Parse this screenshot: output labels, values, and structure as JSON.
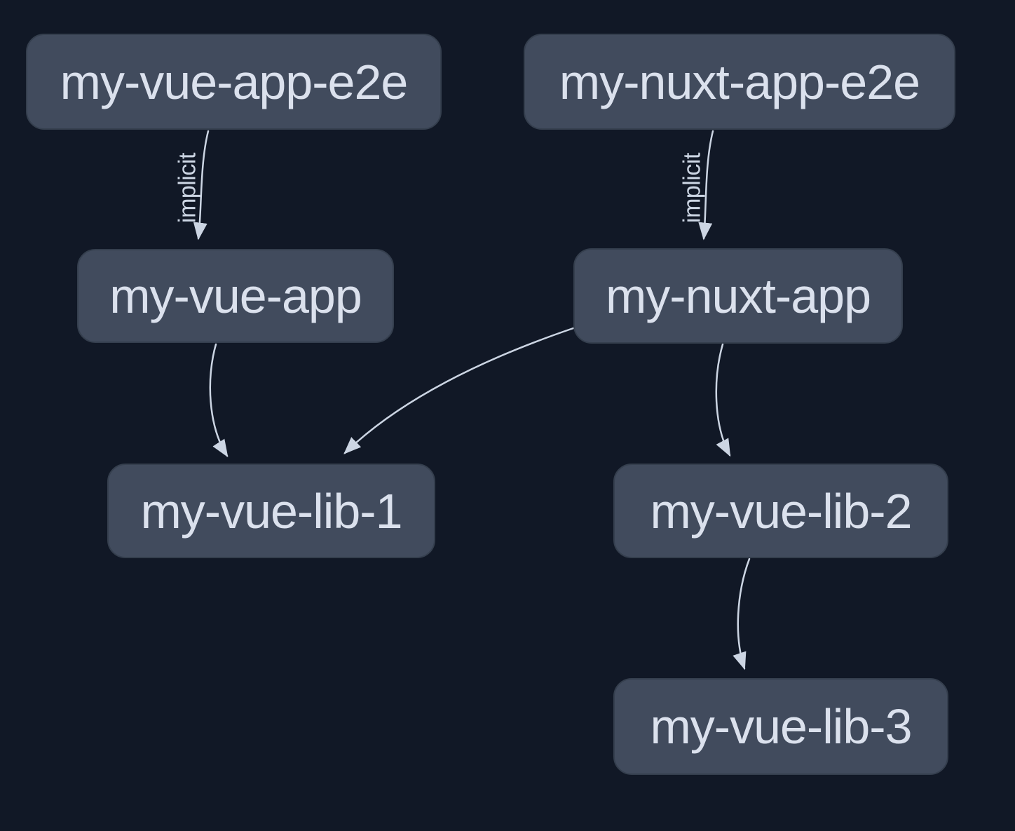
{
  "graph": {
    "nodes": [
      {
        "id": "my-vue-app-e2e",
        "label": "my-vue-app-e2e"
      },
      {
        "id": "my-nuxt-app-e2e",
        "label": "my-nuxt-app-e2e"
      },
      {
        "id": "my-vue-app",
        "label": "my-vue-app"
      },
      {
        "id": "my-nuxt-app",
        "label": "my-nuxt-app"
      },
      {
        "id": "my-vue-lib-1",
        "label": "my-vue-lib-1"
      },
      {
        "id": "my-vue-lib-2",
        "label": "my-vue-lib-2"
      },
      {
        "id": "my-vue-lib-3",
        "label": "my-vue-lib-3"
      }
    ],
    "edges": [
      {
        "from": "my-vue-app-e2e",
        "to": "my-vue-app",
        "label": "implicit"
      },
      {
        "from": "my-nuxt-app-e2e",
        "to": "my-nuxt-app",
        "label": "implicit"
      },
      {
        "from": "my-vue-app",
        "to": "my-vue-lib-1",
        "label": ""
      },
      {
        "from": "my-nuxt-app",
        "to": "my-vue-lib-1",
        "label": ""
      },
      {
        "from": "my-nuxt-app",
        "to": "my-vue-lib-2",
        "label": ""
      },
      {
        "from": "my-vue-lib-2",
        "to": "my-vue-lib-3",
        "label": ""
      }
    ],
    "colors": {
      "background": "#111826",
      "node_fill": "#414b5d",
      "node_border": "#353f4e",
      "node_text": "#dbe1ed",
      "edge": "#ccd5e3"
    }
  }
}
